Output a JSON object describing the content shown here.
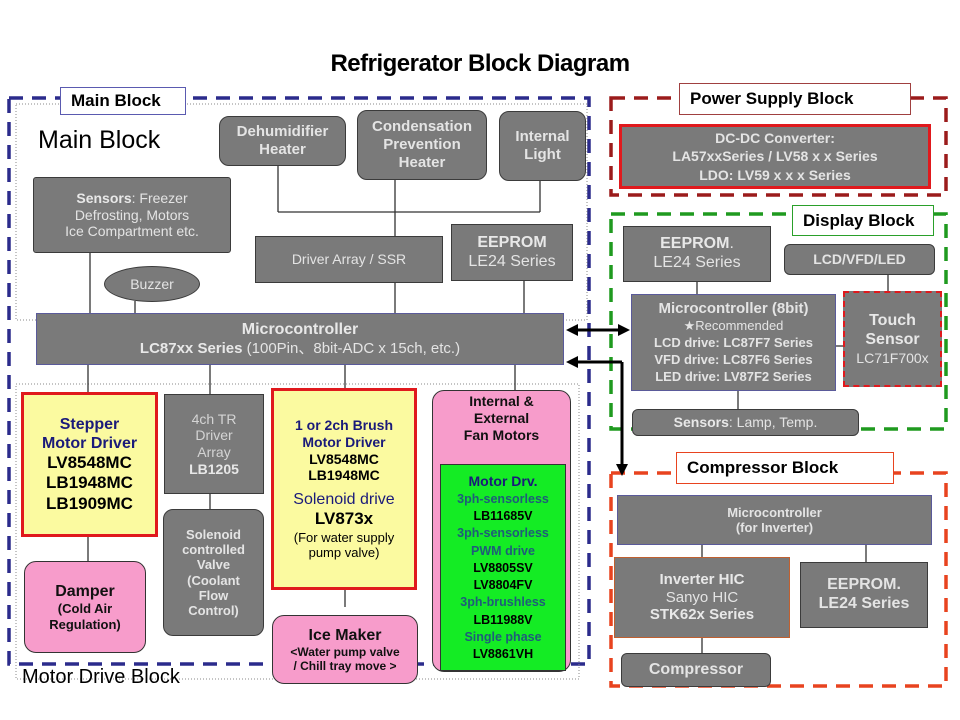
{
  "title": "Refrigerator Block Diagram",
  "main_block": {
    "tab_label": "Main Block",
    "heading": "Main Block",
    "frame_color": "#2b2b8c",
    "top_boxes": [
      {
        "lines": [
          "Dehumidifier",
          "Heater"
        ]
      },
      {
        "lines": [
          "Condensation",
          "Prevention",
          "Heater"
        ]
      },
      {
        "lines": [
          "Internal",
          "Light"
        ]
      }
    ],
    "sensors": {
      "bold": "Sensors",
      "rest": ": Freezer",
      "line2": "Defrosting, Motors",
      "line3": "Ice Compartment etc."
    },
    "buzzer": "Buzzer",
    "driver_array": "Driver Array / SSR",
    "eeprom": {
      "line1": "EEPROM",
      "line2": "LE24 Series"
    },
    "microcontroller": {
      "line1": "Microcontroller",
      "bold": "LC87xx Series",
      "rest": " (100Pin、8bit-ADC x 15ch, etc.)"
    }
  },
  "motor_drive_block": {
    "heading": "Motor Drive Block",
    "stepper": {
      "title1": "Stepper",
      "title2": "Motor Driver",
      "parts": [
        "LV8548MC",
        "LB1948MC",
        "LB1909MC"
      ]
    },
    "damper": {
      "title": "Damper",
      "sub1": "(Cold Air",
      "sub2": "Regulation)"
    },
    "tr_array": {
      "line1": "4ch TR",
      "line2": "Driver",
      "line3": "Array",
      "part": "LB1205"
    },
    "solenoid_valve": {
      "lines": [
        "Solenoid",
        "controlled",
        "Valve",
        "(Coolant",
        "Flow",
        "Control)"
      ]
    },
    "brush": {
      "title1": "1 or 2ch Brush",
      "title2": "Motor Driver",
      "parts": [
        "LV8548MC",
        "LB1948MC"
      ],
      "solenoid": "Solenoid drive",
      "solenoid_part": "LV873x",
      "note1": "(For water supply",
      "note2": "pump valve)"
    },
    "ice_maker": {
      "title": "Ice Maker",
      "sub1": "<Water pump valve",
      "sub2": "/ Chill tray move >"
    },
    "fan": {
      "title": [
        "Internal &",
        "External",
        "Fan Motors"
      ]
    },
    "motor_drv": {
      "title": "Motor Drv.",
      "items": [
        {
          "text": "3ph-sensorless",
          "type": "cat"
        },
        {
          "text": "LB11685V",
          "type": "part"
        },
        {
          "text": "3ph-sensorless",
          "type": "cat"
        },
        {
          "text": "PWM drive",
          "type": "cat"
        },
        {
          "text": "LV8805SV",
          "type": "part"
        },
        {
          "text": "LV8804FV",
          "type": "part"
        },
        {
          "text": "3ph-brushless",
          "type": "cat"
        },
        {
          "text": "LB11988V",
          "type": "part"
        },
        {
          "text": "Single phase",
          "type": "cat"
        },
        {
          "text": "LV8861VH",
          "type": "part"
        }
      ]
    }
  },
  "power_block": {
    "label": "Power Supply Block",
    "frame_color": "#9b1b1b",
    "lines": [
      "DC-DC Converter:",
      "LA57xxSeries / LV58 x  x Series",
      "LDO: LV59 x  x  x Series"
    ]
  },
  "display_block": {
    "label": "Display Block",
    "frame_color": "#1f9a1f",
    "eeprom": {
      "line1": "EEPROM",
      "dot": ".",
      "line2": "LE24 Series"
    },
    "lcd": "LCD/VFD/LED",
    "mcu": {
      "title": "Microcontroller (8bit)",
      "recommended": "★Recommended",
      "lines": [
        "LCD drive: LC87F7 Series",
        "VFD drive: LC87F6 Series",
        "LED drive: LV87F2 Series"
      ]
    },
    "touch": {
      "line1": "Touch",
      "line2": "Sensor",
      "part": "LC71F700x"
    },
    "sensors": {
      "bold": "Sensors",
      "rest": ": Lamp, Temp."
    }
  },
  "compressor_block": {
    "label": "Compressor Block",
    "frame_color": "#e8431f",
    "mcu": {
      "line1": "Microcontroller",
      "line2": "(for Inverter)"
    },
    "inverter": {
      "line1": "Inverter HIC",
      "line2": "Sanyo HIC",
      "line3": "STK62x Series"
    },
    "eeprom": {
      "line1": "EEPROM.",
      "line2": "LE24 Series"
    },
    "compressor": "Compressor"
  }
}
